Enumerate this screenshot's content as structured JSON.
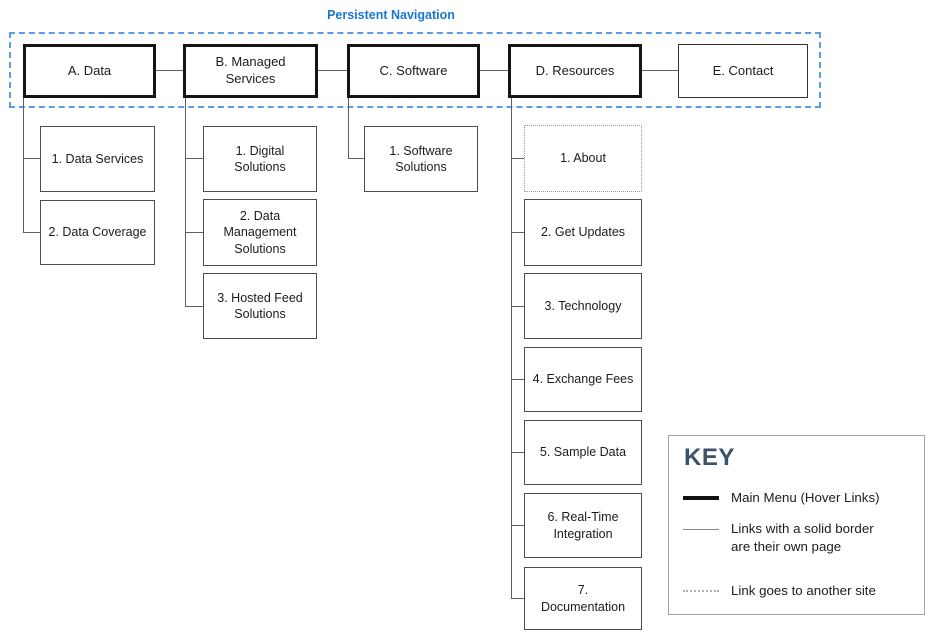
{
  "title": "Persistent Navigation",
  "main_nav": [
    {
      "label": "A. Data"
    },
    {
      "label": "B. Managed\nServices"
    },
    {
      "label": "C. Software"
    },
    {
      "label": "D. Resources"
    },
    {
      "label": "E. Contact"
    }
  ],
  "submenus": {
    "data": [
      "1. Data Services",
      "2. Data Coverage"
    ],
    "managed_services": [
      "1. Digital\nSolutions",
      "2. Data\nManagement\nSolutions",
      "3. Hosted Feed\nSolutions"
    ],
    "software": [
      "1. Software\nSolutions"
    ],
    "resources": [
      "1. About",
      "2. Get Updates",
      "3. Technology",
      "4. Exchange Fees",
      "5. Sample Data",
      "6. Real-Time\nIntegration",
      "7.\nDocumentation"
    ]
  },
  "key": {
    "title": "KEY",
    "entries": [
      {
        "swatch": "thick-line",
        "label": "Main Menu (Hover Links)"
      },
      {
        "swatch": "thin-line",
        "label": "Links with a solid border\nare their own page"
      },
      {
        "swatch": "dotted-line",
        "label": "Link goes to another site"
      }
    ]
  },
  "colors": {
    "accent_blue": "#1778d2",
    "dashed_border_blue": "#5b9ce6",
    "key_heading_navy": "#3a536b",
    "main_border_black": "#141414",
    "sub_border_gray": "#4d4d4d",
    "connector_gray": "#5f5f5f"
  }
}
